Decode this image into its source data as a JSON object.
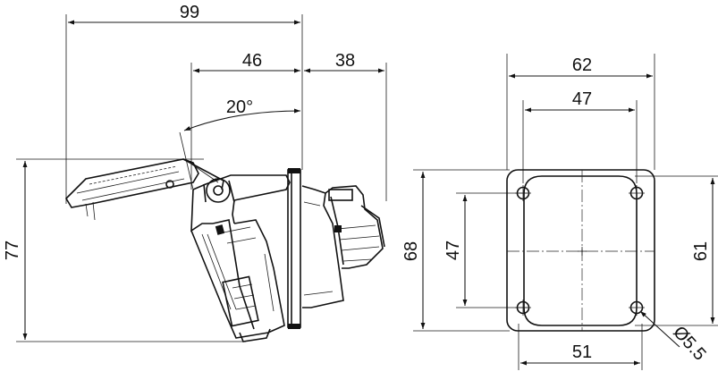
{
  "side_view": {
    "overall_width": "99",
    "flap_depth": "46",
    "housing_depth": "38",
    "flap_angle": "20°",
    "overall_height": "77"
  },
  "front_view": {
    "plate_width": "62",
    "hole_spacing_top": "47",
    "hole_spacing_bottom": "51",
    "plate_height": "68",
    "hole_spacing_vertical": "47",
    "opening_height": "61",
    "hole_diameter": "Ø5.5"
  },
  "colors": {
    "line": "#111111",
    "background": "#ffffff"
  }
}
